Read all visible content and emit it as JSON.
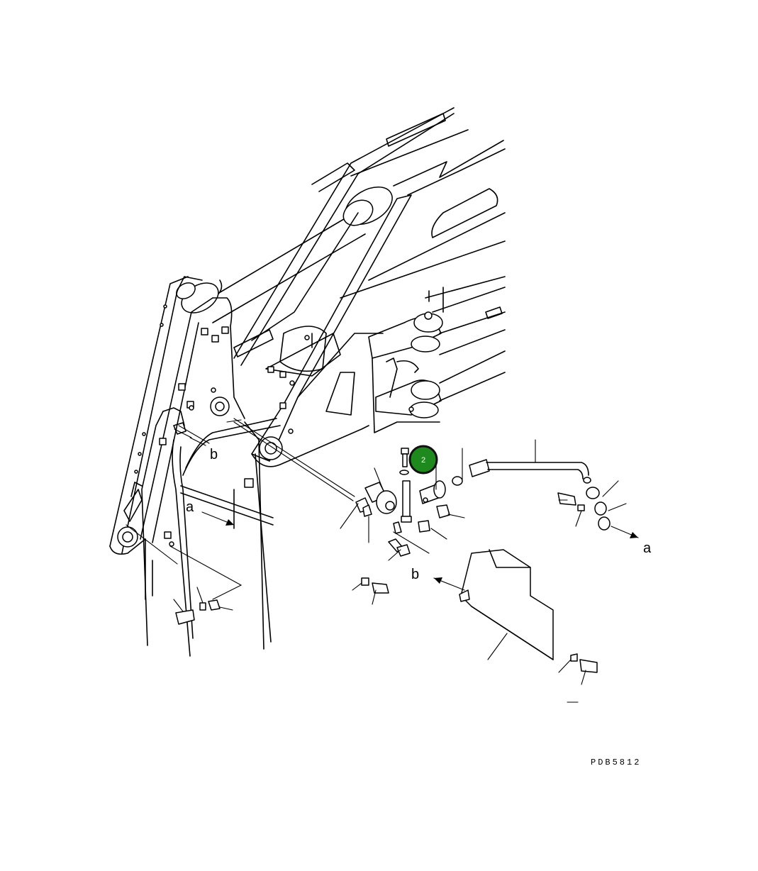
{
  "labels": {
    "a_left": "a",
    "a_right": "a",
    "b_left": "b",
    "b_right": "b"
  },
  "callout": {
    "number": "2",
    "color": "#1e8a1e",
    "ring": "#111111"
  },
  "drawing_code": "PDB5812",
  "line_color": "#000000"
}
